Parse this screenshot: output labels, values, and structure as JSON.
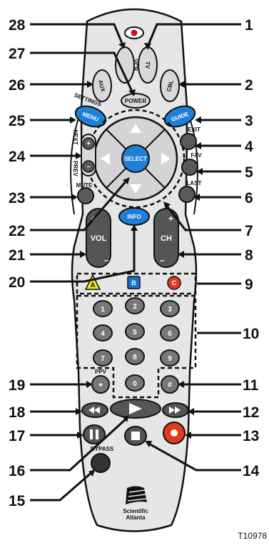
{
  "callouts": [
    {
      "n": "1",
      "side": "right"
    },
    {
      "n": "2",
      "side": "right"
    },
    {
      "n": "3",
      "side": "right"
    },
    {
      "n": "4",
      "side": "right"
    },
    {
      "n": "5",
      "side": "right"
    },
    {
      "n": "6",
      "side": "right"
    },
    {
      "n": "7",
      "side": "right"
    },
    {
      "n": "8",
      "side": "right"
    },
    {
      "n": "9",
      "side": "right"
    },
    {
      "n": "10",
      "side": "right"
    },
    {
      "n": "11",
      "side": "right"
    },
    {
      "n": "12",
      "side": "right"
    },
    {
      "n": "13",
      "side": "right"
    },
    {
      "n": "14",
      "side": "right"
    },
    {
      "n": "15",
      "side": "left"
    },
    {
      "n": "16",
      "side": "left"
    },
    {
      "n": "17",
      "side": "left"
    },
    {
      "n": "18",
      "side": "left"
    },
    {
      "n": "19",
      "side": "left"
    },
    {
      "n": "20",
      "side": "left"
    },
    {
      "n": "21",
      "side": "left"
    },
    {
      "n": "22",
      "side": "left"
    },
    {
      "n": "23",
      "side": "left"
    },
    {
      "n": "24",
      "side": "left"
    },
    {
      "n": "25",
      "side": "left"
    },
    {
      "n": "26",
      "side": "left"
    },
    {
      "n": "27",
      "side": "left"
    },
    {
      "n": "28",
      "side": "left"
    }
  ],
  "buttons": {
    "vcr": "VCR",
    "tv": "TV",
    "aux": "AUX",
    "cbl": "CBL",
    "power": "POWER",
    "settings": "SETTINGS",
    "menu": "MENU",
    "guide": "GUIDE",
    "exit": "EXIT",
    "fav": "FAV",
    "last": "LAST",
    "mute": "MUTE",
    "next": "NEXT",
    "prev": "PREV",
    "select": "SELECT",
    "info": "INFO",
    "vol": "VOL",
    "ch": "CH",
    "plus": "+",
    "minus": "–",
    "a": "A",
    "b": "B",
    "c": "C",
    "ppv": "PPV",
    "star": "*",
    "hash": "#",
    "bypass": "BYPASS",
    "digits": [
      "1",
      "2",
      "3",
      "4",
      "5",
      "6",
      "7",
      "8",
      "9",
      "0"
    ]
  },
  "colors": {
    "a": "#f2e21a",
    "b": "#1a6fd1",
    "c": "#e23a1f",
    "blue_button": "#1f7fd8",
    "record": "#e23a1f",
    "body": "#e4e4e4",
    "dark_button": "#333333"
  },
  "brand": {
    "line1": "Scientific",
    "line2": "Atlanta"
  },
  "figure_id": "T10978"
}
